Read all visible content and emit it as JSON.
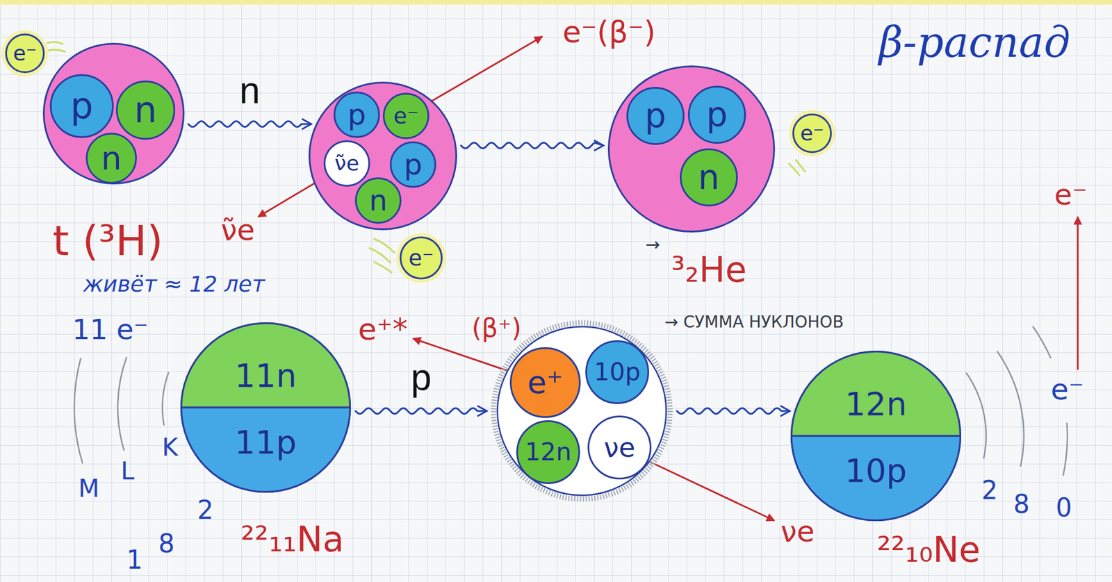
{
  "diagram": {
    "title": "β-распад",
    "nodes": [
      {
        "text": [
          "e⁻"
        ]
      },
      {
        "text": [
          "t (³H)"
        ]
      },
      {
        "text": [
          "p"
        ],
        "in": 1
      },
      {
        "text": [
          "n"
        ],
        "in": 1
      },
      {
        "text": [
          "n"
        ],
        "in": 1
      },
      {
        "text": []
      },
      {
        "text": [
          "p"
        ],
        "in": 5
      },
      {
        "text": [
          "e⁻"
        ],
        "in": 5
      },
      {
        "text": [
          "ν̃e"
        ],
        "in": 5
      },
      {
        "text": [
          "p"
        ],
        "in": 5
      },
      {
        "text": [
          "n"
        ],
        "in": 5
      },
      {
        "text": [
          "e⁻"
        ]
      },
      {
        "text": [
          "³₂He"
        ]
      },
      {
        "text": [
          "p"
        ],
        "in": 12
      },
      {
        "text": [
          "p"
        ],
        "in": 12
      },
      {
        "text": [
          "n"
        ],
        "in": 12
      },
      {
        "text": [
          "e⁻"
        ]
      },
      {
        "text": [
          "²²₁₁Na"
        ]
      },
      {
        "text": [
          "11n"
        ],
        "in": 17
      },
      {
        "text": [
          "11p"
        ],
        "in": 17
      },
      {
        "text": [
          "→ СУММА НУКЛОНОВ"
        ]
      },
      {
        "text": [
          "e⁺"
        ],
        "in": 20
      },
      {
        "text": [
          "10p"
        ],
        "in": 20
      },
      {
        "text": [
          "12n"
        ],
        "in": 20
      },
      {
        "text": [
          "νe"
        ],
        "in": 20
      },
      {
        "text": [
          "²²₁₀Ne"
        ]
      },
      {
        "text": [
          "12n"
        ],
        "in": 25
      },
      {
        "text": [
          "10p"
        ],
        "in": 25
      }
    ],
    "edges": [
      {
        "from": 1,
        "to": 5,
        "arrow": "to",
        "label": "n"
      },
      {
        "from": 5,
        "to": 12,
        "arrow": "to"
      },
      {
        "from": 17,
        "to": 20,
        "arrow": "to",
        "label": "p"
      },
      {
        "from": 20,
        "to": 25,
        "arrow": "to"
      }
    ],
    "labels": [
      "e⁻(β⁻)",
      "ν̃e",
      "живёт ≈ 12 лет",
      "→",
      "11 e⁻",
      "M",
      "L",
      "K",
      "1",
      "8",
      "2",
      "e⁺*",
      "(β⁺)",
      "νe",
      "2",
      "8",
      "0",
      "e⁻",
      "e⁻"
    ]
  }
}
